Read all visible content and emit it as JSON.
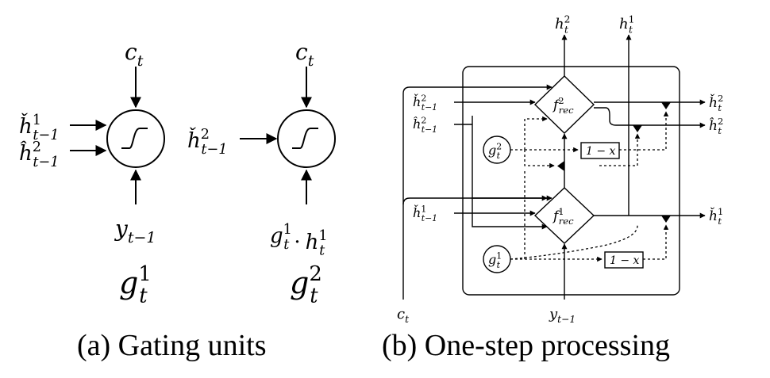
{
  "captions": {
    "a": "(a) Gating units",
    "b": "(b) One-step processing"
  },
  "gate1": {
    "top": {
      "base": "c",
      "sub": "t"
    },
    "in1": {
      "base": "ȟ",
      "sup": "1",
      "sub": "t−1"
    },
    "in2": {
      "base": "ĥ",
      "sup": "2",
      "sub": "t−1"
    },
    "bottom": {
      "base": "y",
      "sub": "t−1"
    },
    "name": {
      "base": "g",
      "sup": "1",
      "sub": "t"
    }
  },
  "gate2": {
    "top": {
      "base": "c",
      "sub": "t"
    },
    "in1": {
      "base": "ȟ",
      "sup": "2",
      "sub": "t−1"
    },
    "bottom_a": {
      "base": "g",
      "sup": "1",
      "sub": "t"
    },
    "bottom_dot": "·",
    "bottom_b": {
      "base": "h",
      "sup": "1",
      "sub": "t"
    },
    "name": {
      "base": "g",
      "sup": "2",
      "sub": "t"
    }
  },
  "proc": {
    "out_h2": {
      "base": "h",
      "sup": "2",
      "sub": "t"
    },
    "out_h1": {
      "base": "h",
      "sup": "1",
      "sub": "t"
    },
    "in_hc2": {
      "base": "ȟ",
      "sup": "2",
      "sub": "t−1"
    },
    "in_hh2": {
      "base": "ĥ",
      "sup": "2",
      "sub": "t−1"
    },
    "in_hc1": {
      "base": "ȟ",
      "sup": "1",
      "sub": "t−1"
    },
    "f2": {
      "base": "f",
      "sup": "2",
      "sub": "rec"
    },
    "f1": {
      "base": "f",
      "sup": "1",
      "sub": "rec"
    },
    "g2": {
      "base": "g",
      "sup": "2",
      "sub": "t"
    },
    "g1": {
      "base": "g",
      "sup": "1",
      "sub": "t"
    },
    "one_minus_x_top": "1 − x",
    "one_minus_x_bottom": "1 − x",
    "r_hc2": {
      "base": "ȟ",
      "sup": "2",
      "sub": "t"
    },
    "r_hh2": {
      "base": "ĥ",
      "sup": "2",
      "sub": "t"
    },
    "r_hc1": {
      "base": "ȟ",
      "sup": "1",
      "sub": "t"
    },
    "ct": {
      "base": "c",
      "sub": "t"
    },
    "yt": {
      "base": "y",
      "sub": "t−1"
    }
  }
}
